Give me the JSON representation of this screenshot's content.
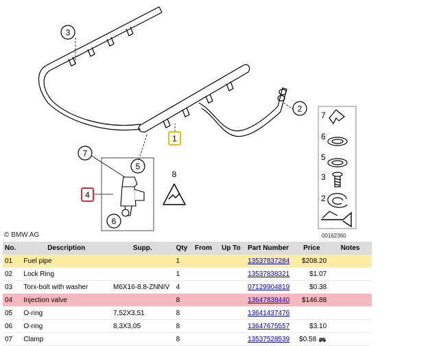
{
  "copyright": "© BMW AG",
  "drawing_code": "00162360",
  "callouts": [
    "1",
    "2",
    "3",
    "4",
    "5",
    "6",
    "7",
    "8"
  ],
  "side_panel_numbers": [
    "7",
    "6",
    "5",
    "3",
    "2"
  ],
  "warning_symbol_label": "8",
  "highlight_colors": {
    "yellow": "#fbeea4",
    "red": "#f5b8bf",
    "callout_1_frame": "#e8c200",
    "callout_4_frame": "#d0303a"
  },
  "table": {
    "headers": {
      "no": "No.",
      "description": "Description",
      "supp": "Supp.",
      "qty": "Qty",
      "from": "From",
      "upto": "Up To",
      "part_number": "Part Number",
      "price": "Price",
      "notes": "Notes"
    },
    "rows": [
      {
        "no": "01",
        "description": "Fuel pipe",
        "supp": "",
        "qty": "1",
        "from": "",
        "upto": "",
        "part_number": "13537837284",
        "price": "$208.20",
        "notes": "",
        "highlight": "yellow"
      },
      {
        "no": "02",
        "description": "Lock Ring",
        "supp": "",
        "qty": "1",
        "from": "",
        "upto": "",
        "part_number": "13537838321",
        "price": "$1.07",
        "notes": "",
        "highlight": ""
      },
      {
        "no": "03",
        "description": "Torx-bolt with washer",
        "supp": "M6X16-8.8-ZNNIV",
        "qty": "4",
        "from": "",
        "upto": "",
        "part_number": "07129904819",
        "price": "$0.38",
        "notes": "",
        "highlight": ""
      },
      {
        "no": "04",
        "description": "Injection valve",
        "supp": "",
        "qty": "8",
        "from": "",
        "upto": "",
        "part_number": "13647838440",
        "price": "$146.88",
        "notes": "",
        "highlight": "red"
      },
      {
        "no": "05",
        "description": "O-ring",
        "supp": "7,52X3,51",
        "qty": "8",
        "from": "",
        "upto": "",
        "part_number": "13641437476",
        "price": "",
        "notes": "",
        "highlight": ""
      },
      {
        "no": "06",
        "description": "O-ring",
        "supp": "8,3X3,05",
        "qty": "8",
        "from": "",
        "upto": "",
        "part_number": "13647675557",
        "price": "$3.10",
        "notes": "",
        "highlight": ""
      },
      {
        "no": "07",
        "description": "Clamp",
        "supp": "",
        "qty": "8",
        "from": "",
        "upto": "",
        "part_number": "13537528539",
        "price": "$0.58",
        "notes": "",
        "highlight": "",
        "car_icon": "car-icon"
      }
    ]
  }
}
